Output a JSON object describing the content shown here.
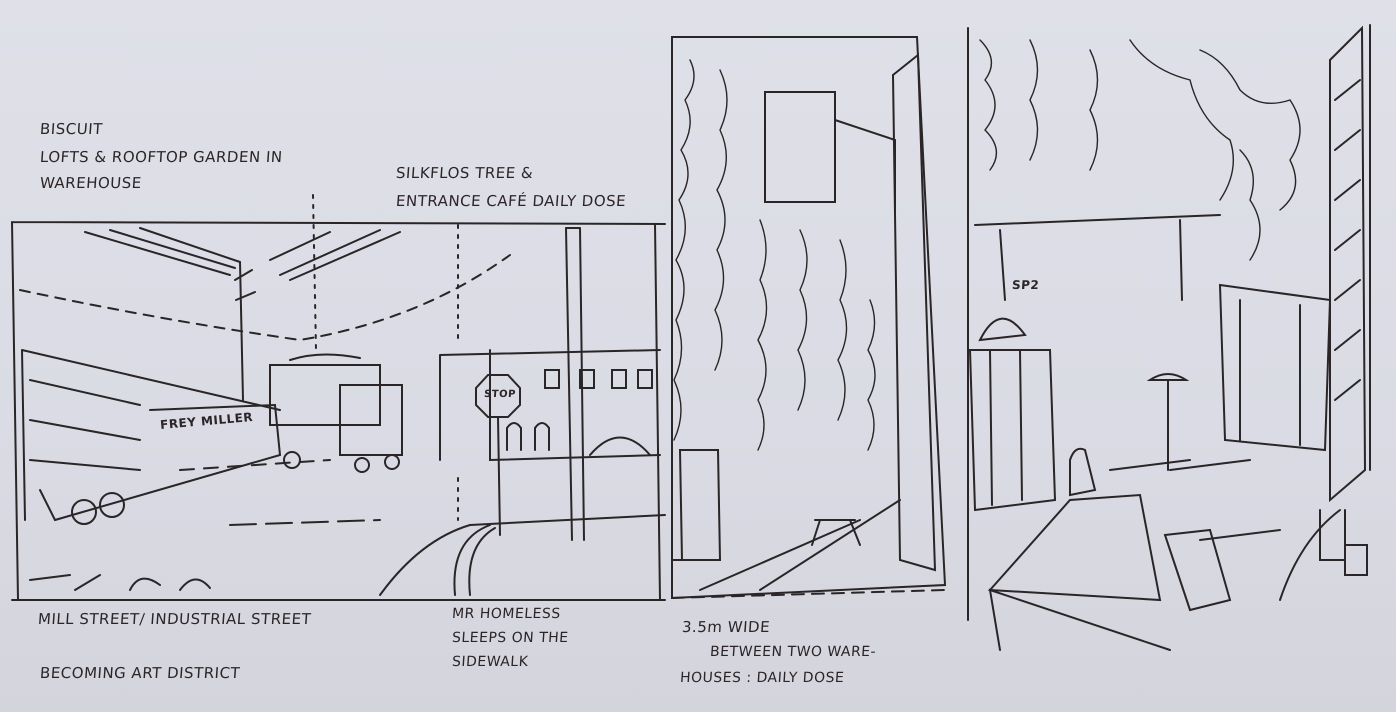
{
  "annotations": {
    "biscuit_title": "BISCUIT",
    "biscuit_line2": "LOFTS & ROOFTOP GARDEN IN",
    "biscuit_line3": "WAREHOUSE",
    "silkfloss_line1": "SILKFLOS TREE &",
    "silkfloss_line2": "ENTRANCE CAFÉ DAILY DOSE",
    "mill_street": "MILL STREET/ INDUSTRIAL STREET",
    "becoming": "BECOMING ART DISTRICT",
    "homeless_line1": "MR HOMELESS",
    "homeless_line2": "SLEEPS ON THE",
    "homeless_line3": "SIDEWALK",
    "alley_width": "3.5m WIDE",
    "alley_line2": "BETWEEN TWO WARE-",
    "alley_line3": "HOUSES : DAILY DOSE"
  },
  "drawing_labels": {
    "truck_text": "FREY MILLER",
    "stop_sign": "STOP",
    "shop_sign": "SP2"
  },
  "colors": {
    "paper": "#dcdde6",
    "ink": "#2a2526"
  }
}
